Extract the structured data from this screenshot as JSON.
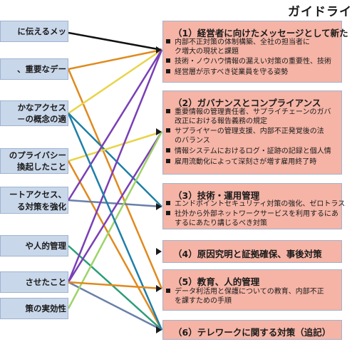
{
  "title": "ガイドライ",
  "left_items": [
    {
      "line1": "に伝えるメッ",
      "line2": ""
    },
    {
      "line1": "、重要なデー",
      "line2": ""
    },
    {
      "line1": "かなアクセス",
      "line2": "－の概念の適"
    },
    {
      "line1": "のプライバシー",
      "line2": "換起したこと"
    },
    {
      "line1": "ートアクセス、",
      "line2": "る対策を強化"
    },
    {
      "line1": "や人的管理",
      "line2": ""
    },
    {
      "line1": "させたこと",
      "line2": ""
    },
    {
      "line1": "策の実効性",
      "line2": ""
    }
  ],
  "right_items": [
    {
      "heading": "（1）経営者に向けたメッセージとして新た",
      "bullets": [
        {
          "text": "内部不正対策の体制構築、全社の担当者に",
          "cont": "ク増大の現状と課題"
        },
        {
          "text": "技術・ノウハウ情報の漏えい対策の重要性、技術",
          "cont": ""
        },
        {
          "text": "経営層が示すべき従業員を守る姿勢",
          "cont": ""
        }
      ]
    },
    {
      "heading": "（2）ガバナンスとコンプライアンス",
      "bullets": [
        {
          "text": "重要情報の管理責任者、サプライチェーンのガバ",
          "cont": "改正における報告義務の規定"
        },
        {
          "text": "サプライヤーの管理支援、内部不正発覚後の法",
          "cont": "のバランス"
        },
        {
          "text": "情報システムにおけるログ・証跡の記録と個人情",
          "cont": ""
        },
        {
          "text": "雇用流動化によって深刻さが増す雇用終了時",
          "cont": ""
        }
      ]
    },
    {
      "heading": "（3）技術・運用管理",
      "bullets": [
        {
          "text": "エンドポイントセキュリティ対策の強化、ゼロトラス",
          "cont": ""
        },
        {
          "text": "社外から外部ネットワークサービスを利用するにあ",
          "cont": "するにあたり講じるべき対策"
        }
      ]
    },
    {
      "heading": "（4）原因究明と証拠確保、事後対策",
      "bullets": []
    },
    {
      "heading": "（5）教育、人的管理",
      "bullets": [
        {
          "text": "データ利活用と保護についての教育、内部不正",
          "cont": "を課すための手順"
        }
      ]
    },
    {
      "heading": "（6）テレワークに関する対策（追記）",
      "bullets": []
    }
  ],
  "connectors": [
    {
      "from": 0,
      "to": 0,
      "color": "#111111"
    },
    {
      "from": 1,
      "to": 4,
      "color": "#e08a1e"
    },
    {
      "from": 1,
      "to": 0,
      "color": "#e08a1e"
    },
    {
      "from": 2,
      "to": 0,
      "color": "#e8d44a"
    },
    {
      "from": 2,
      "to": 2,
      "color": "#1f7fa8"
    },
    {
      "from": 3,
      "to": 1,
      "color": "#e8d44a"
    },
    {
      "from": 3,
      "to": 5,
      "color": "#e08a1e"
    },
    {
      "from": 4,
      "to": 2,
      "color": "#6a7fa8"
    },
    {
      "from": 4,
      "to": 0,
      "color": "#7a3fb5"
    },
    {
      "from": 5,
      "to": 5,
      "color": "#2a9e78"
    },
    {
      "from": 6,
      "to": 1,
      "color": "#7a3fb5"
    },
    {
      "from": 6,
      "to": 0,
      "color": "#7a3fb5"
    },
    {
      "from": 6,
      "to": 5,
      "color": "#6a7fa8"
    },
    {
      "from": 7,
      "to": 1,
      "color": "#9ed36a"
    },
    {
      "from": 2,
      "to": 5,
      "color": "#1f7fa8"
    },
    {
      "from": 6,
      "to": 4,
      "color": "#e08a1e"
    }
  ]
}
